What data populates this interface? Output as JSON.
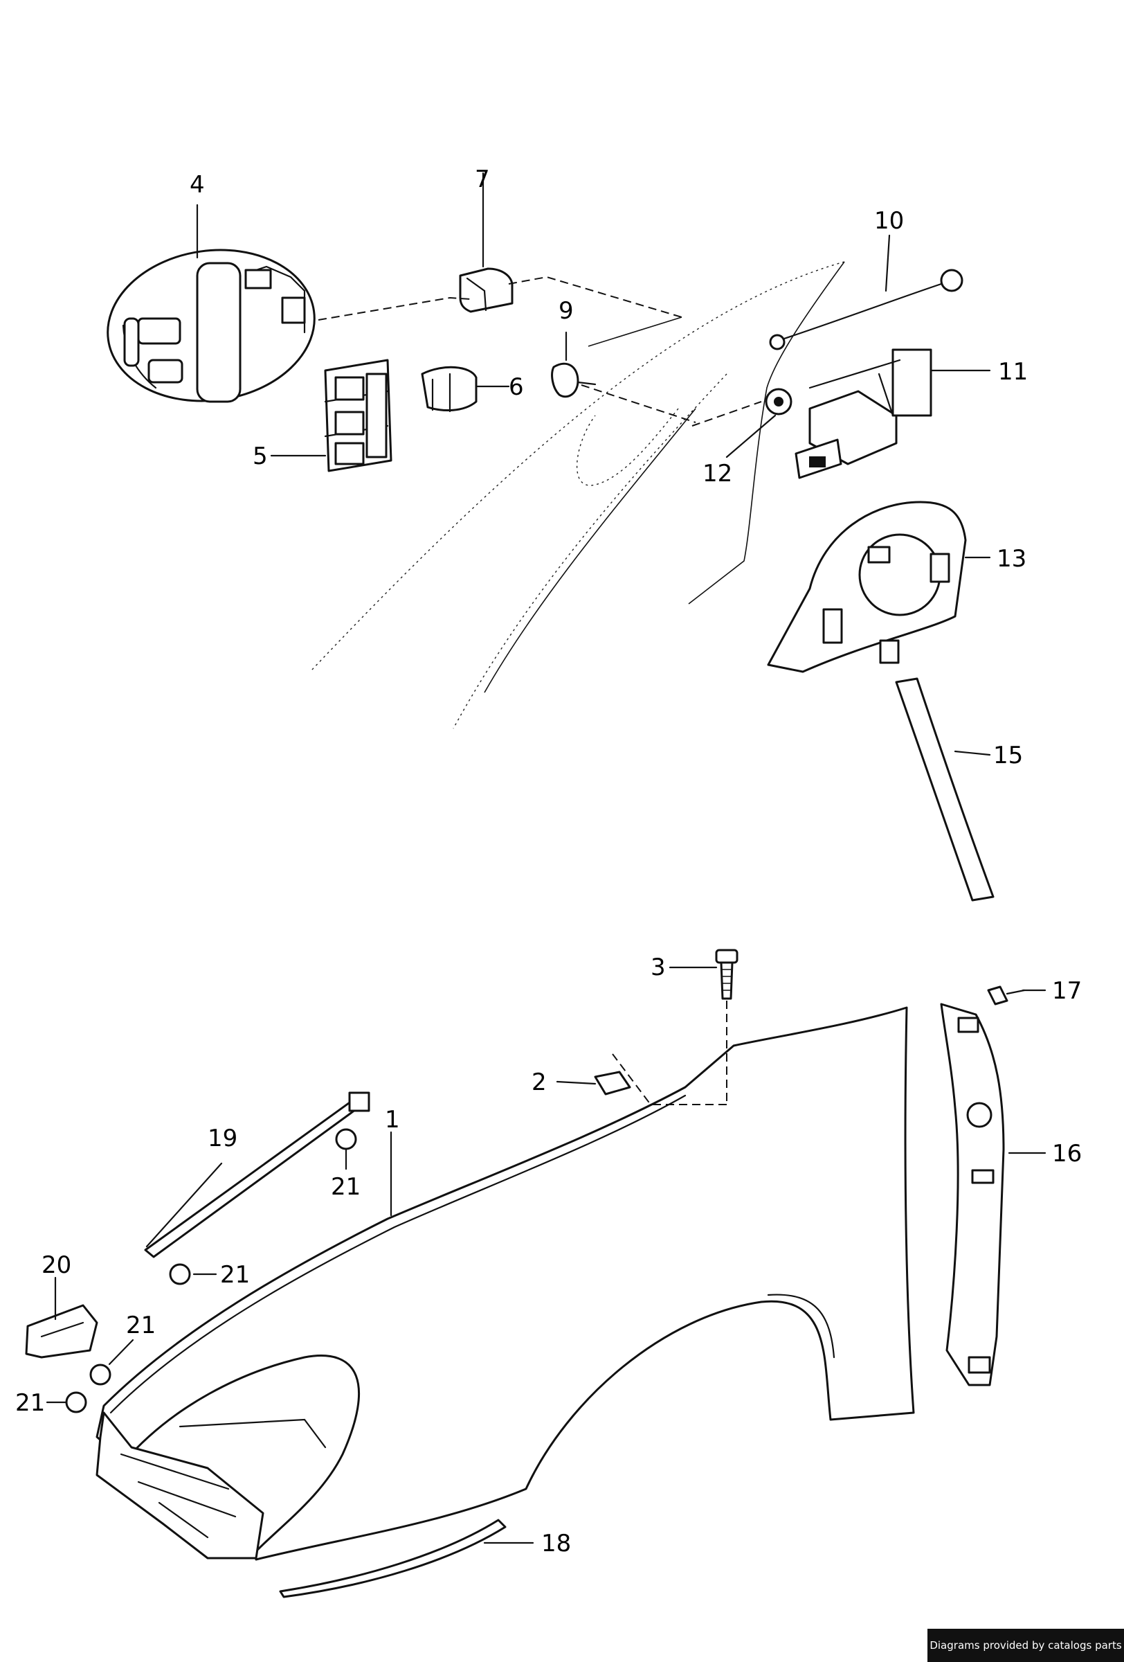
{
  "callouts": {
    "p1": "1",
    "p2": "2",
    "p3": "3",
    "p4": "4",
    "p5": "5",
    "p6": "6",
    "p7": "7",
    "p9": "9",
    "p10": "10",
    "p11": "11",
    "p12": "12",
    "p13": "13",
    "p15": "15",
    "p16": "16",
    "p17": "17",
    "p18": "18",
    "p19": "19",
    "p20": "20",
    "p21": "21"
  },
  "credit": "Diagrams provided by catalogs parts"
}
